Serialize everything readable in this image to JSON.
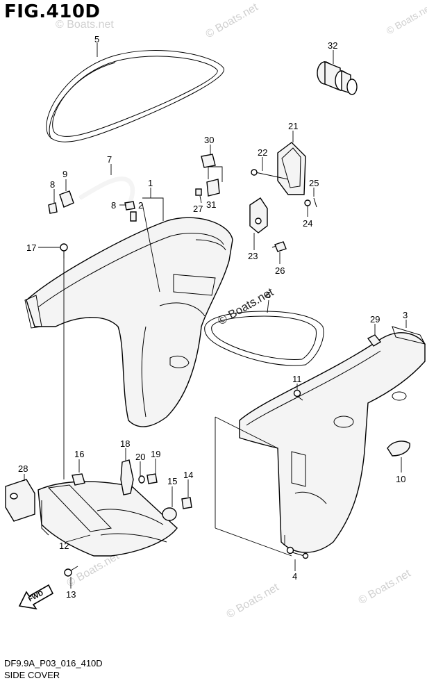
{
  "figure": {
    "title": "FIG.410D",
    "code": "DF9.9A_P03_016_410D",
    "name": "SIDE COVER"
  },
  "watermark": {
    "text": "© Boats.net",
    "center_text": "© Boats.net",
    "color": "#d0d0d0"
  },
  "fwd_arrow_label": "FWD",
  "callouts": {
    "c1": "1",
    "c2": "2",
    "c3": "3",
    "c4": "4",
    "c5": "5",
    "c6": "6",
    "c7": "7",
    "c8a": "8",
    "c8b": "8",
    "c9": "9",
    "c10": "10",
    "c11": "11",
    "c12": "12",
    "c13": "13",
    "c14": "14",
    "c15": "15",
    "c16": "16",
    "c17": "17",
    "c18": "18",
    "c19": "19",
    "c20": "20",
    "c21": "21",
    "c22": "22",
    "c23": "23",
    "c24": "24",
    "c25": "25",
    "c26": "26",
    "c27": "27",
    "c28": "28",
    "c29": "29",
    "c30": "30",
    "c31": "31",
    "c32": "32"
  }
}
